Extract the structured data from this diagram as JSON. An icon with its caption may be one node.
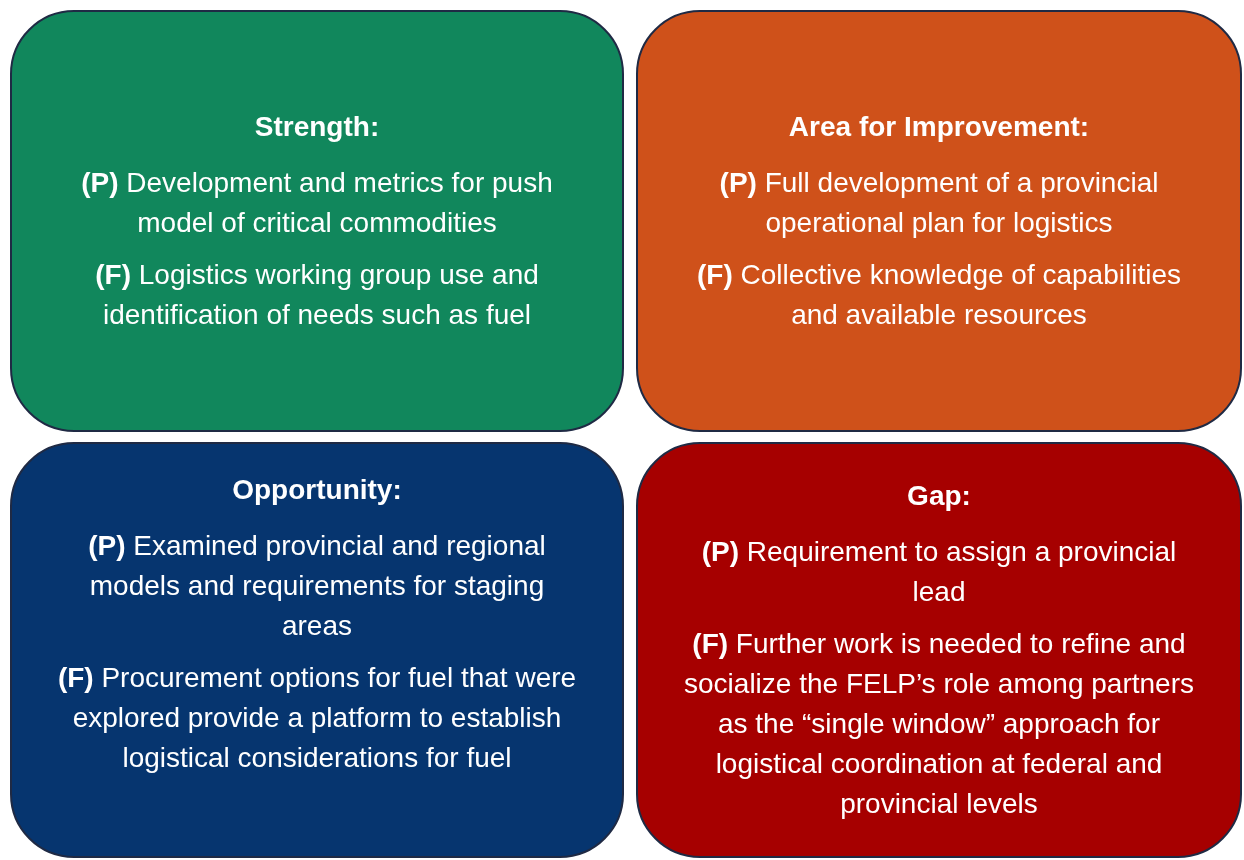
{
  "diagram": {
    "nodes": [
      {
        "text": [
          "Strength:",
          "**(P)** Development and metrics for push model of critical commodities",
          "**(F)** Logistics working group use and identification of needs such as fuel"
        ]
      },
      {
        "text": [
          "Area for Improvement:",
          "**(P)** Full development of a provincial operational plan for logistics",
          "**(F)** Collective knowledge of capabilities and available resources"
        ]
      },
      {
        "text": [
          "Opportunity:",
          "**(P)** Examined provincial and regional models and requirements for staging areas",
          "**(F)** Procurement options for fuel that were explored provide a platform to establish logistical considerations for fuel"
        ]
      },
      {
        "text": [
          "Gap:",
          "**(P)** Requirement to assign a provincial lead",
          "**(F)** Further work is needed to refine and socialize the FELP’s role among partners as the “single window” approach for logistical coordination at federal and provincial levels"
        ]
      }
    ]
  }
}
